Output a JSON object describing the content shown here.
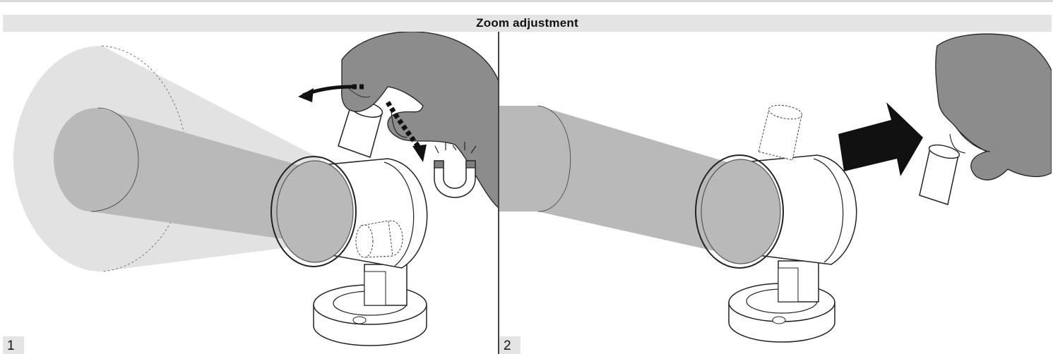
{
  "header": {
    "title": "Zoom adjustment"
  },
  "steps": [
    {
      "number": "1"
    },
    {
      "number": "2"
    }
  ],
  "colors": {
    "header_bg": "#e4e4e4",
    "beam_dark": "#b9b9b9",
    "beam_light": "#e2e2e2",
    "hand": "#8c8c8c",
    "magnet_pole": "#7f7f7f"
  },
  "icons": [
    "magnet-icon",
    "rotate-arrow-icon",
    "push-arrow-icon"
  ]
}
